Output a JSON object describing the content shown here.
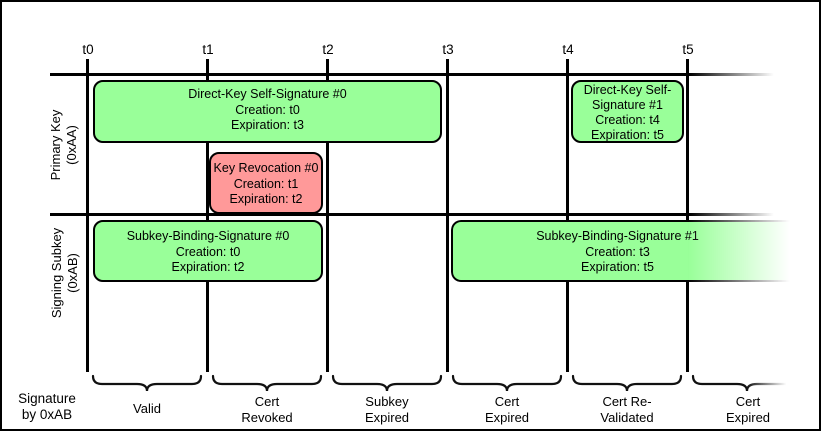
{
  "diagram": {
    "corner_label": "Signature\nby 0xAB",
    "colors": {
      "valid_green": "#99FF99",
      "revoked_red": "#FF9999",
      "line_black": "#000000"
    },
    "ticks": [
      "t0",
      "t1",
      "t2",
      "t3",
      "t4",
      "t5"
    ],
    "rows": {
      "primary": "Primary Key\n(0xAA)",
      "subkey": "Signing Subkey\n(0xAB)"
    },
    "boxes": {
      "dks0": {
        "title": "Direct-Key Self-Signature #0",
        "creation": "Creation: t0",
        "expiration": "Expiration: t3"
      },
      "rev0": {
        "title": "Key Revocation #0",
        "creation": "Creation: t1",
        "expiration": "Expiration: t2"
      },
      "dks1": {
        "title": "Direct-Key Self-Signature #1",
        "creation": "Creation: t4",
        "expiration": "Expiration: t5"
      },
      "sbs0": {
        "title": "Subkey-Binding-Signature #0",
        "creation": "Creation: t0",
        "expiration": "Expiration: t2"
      },
      "sbs1": {
        "title": "Subkey-Binding-Signature #1",
        "creation": "Creation: t3",
        "expiration": "Expiration: t5"
      }
    },
    "phases": [
      "Valid",
      "Cert\nRevoked",
      "Subkey\nExpired",
      "Cert\nExpired",
      "Cert Re-\nValidated",
      "Cert\nExpired"
    ]
  }
}
